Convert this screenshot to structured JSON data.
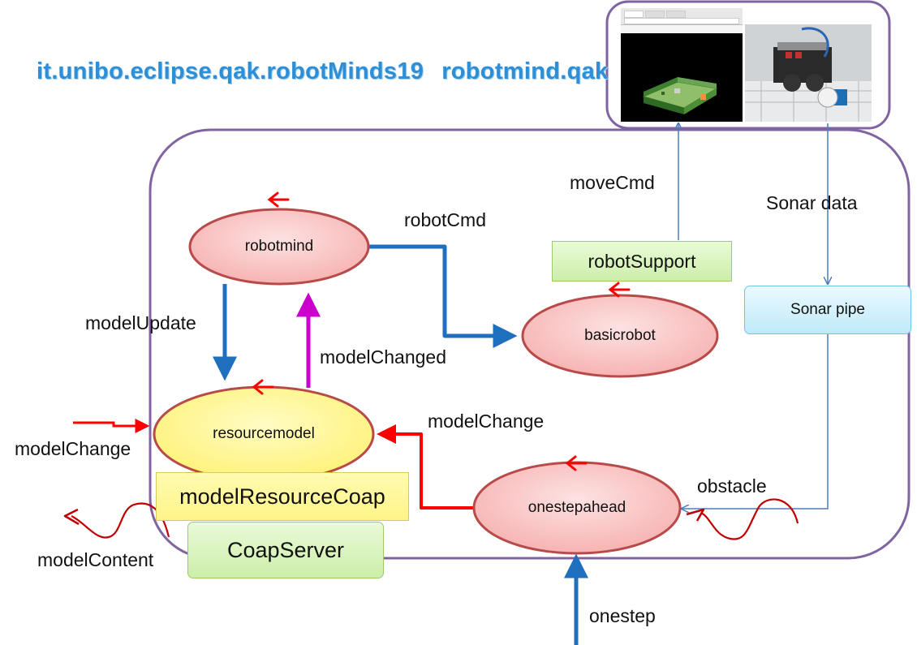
{
  "title": {
    "project": "it.unibo.eclipse.qak.robotMinds19",
    "model": "robotmind.qak"
  },
  "nodes": {
    "robotmind": "robotmind",
    "basicrobot": "basicrobot",
    "resourcemodel": "resourcemodel",
    "onestepahead": "onestepahead"
  },
  "boxes": {
    "robotSupport": "robotSupport",
    "sonarPipe": "Sonar pipe",
    "modelResourceCoap": "modelResourceCoap",
    "coapServer": "CoapServer"
  },
  "edges": {
    "robotCmd": "robotCmd",
    "moveCmd": "moveCmd",
    "sonarData": "Sonar data",
    "modelUpdate": "modelUpdate",
    "modelChanged": "modelChanged",
    "modelChangeInner": "modelChange",
    "modelChangeOuter": "modelChange",
    "obstacle": "obstacle",
    "modelContent": "modelContent",
    "onestep": "onestep"
  },
  "colors": {
    "container": "#8064a2",
    "actorFill": "#fbc7c7",
    "actorBorder": "#b84a4a",
    "resourceFill": "#fff78c",
    "flowBlue": "#1f6fbf",
    "flowMagenta": "#cc00cc",
    "flowRed": "#ff0000",
    "sonarLine": "#4a7fb8"
  }
}
